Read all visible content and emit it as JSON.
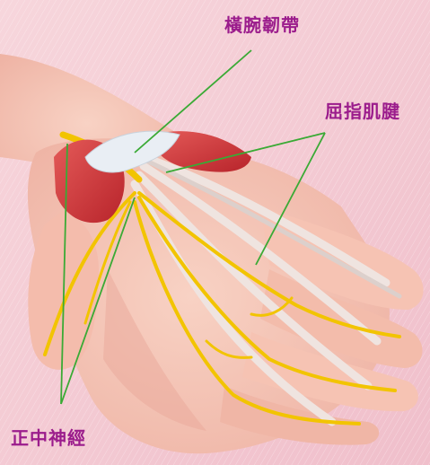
{
  "labels": {
    "transverse_carpal_ligament": "橫腕韌帶",
    "flexor_tendons": "屈指肌腱",
    "median_nerve": "正中神經"
  },
  "colors": {
    "background": "#f4c9d2",
    "skin": "#f6c6b6",
    "skin_shadow": "#e6a294",
    "muscle": "#d23a3e",
    "ligament": "#e9eef4",
    "tendon": "#efe4e0",
    "nerve": "#f2c400",
    "nerve_outline": "#e0a800",
    "leader_line": "#3aaa35",
    "label_text": "#9b1c8c"
  },
  "icons": {
    "hand": "hand-anatomy-illustration"
  }
}
